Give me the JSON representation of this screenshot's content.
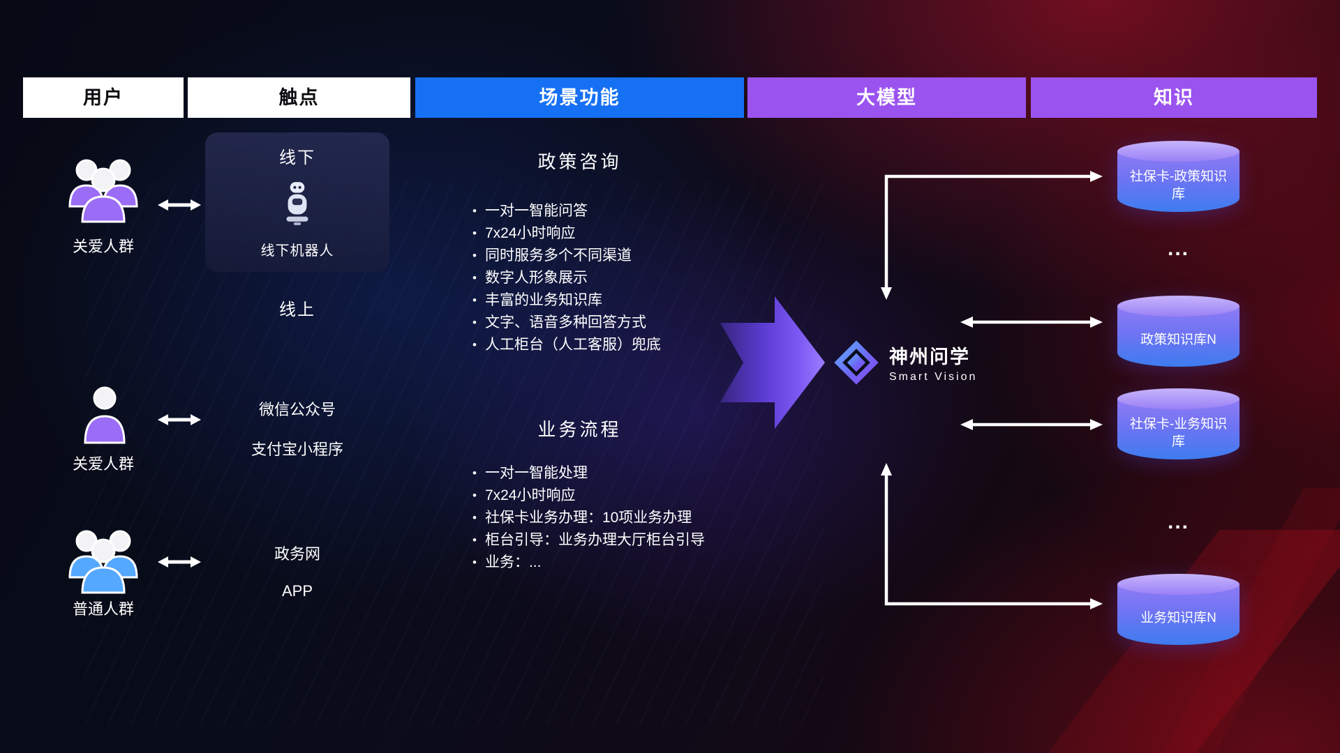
{
  "colors": {
    "blue_header": "#1670F4",
    "purple_header": "#9B53F0",
    "person_purple": "#9B6CF5",
    "person_blue": "#55A8FF",
    "db_body_from": "#8F7BF5",
    "db_body_to": "#3D7CEF"
  },
  "bullet_char": "•",
  "header": {
    "columns": [
      {
        "label": "用户"
      },
      {
        "label": "触点"
      },
      {
        "label": "场景功能"
      },
      {
        "label": "大模型"
      },
      {
        "label": "知识"
      }
    ]
  },
  "users": [
    {
      "label": "关爱人群"
    },
    {
      "label": "关爱人群"
    },
    {
      "label": "普通人群"
    }
  ],
  "touchpoints": {
    "offline_title": "线下",
    "offline_robot_label": "线下机器人",
    "online_title": "线上",
    "channels": [
      "微信公众号",
      "支付宝小程序",
      "政务网",
      "APP"
    ]
  },
  "scene": {
    "sections": [
      {
        "title": "政策咨询",
        "items": [
          "一对一智能问答",
          "7x24小时响应",
          "同时服务多个不同渠道",
          "数字人形象展示",
          "丰富的业务知识库",
          "文字、语音多种回答方式",
          "人工柜台（人工客服）兜底"
        ]
      },
      {
        "title": "业务流程",
        "items": [
          "一对一智能处理",
          "7x24小时响应",
          "社保卡业务办理：10项业务办理",
          "柜台引导：业务办理大厅柜台引导",
          "业务：..."
        ]
      }
    ]
  },
  "logo": {
    "title": "神州问学",
    "subtitle": "Smart Vision"
  },
  "knowledge": {
    "items": [
      {
        "type": "db",
        "label": "社保卡-政策知识库"
      },
      {
        "type": "ellipsis",
        "label": "..."
      },
      {
        "type": "db",
        "label": "政策知识库N"
      },
      {
        "type": "db",
        "label": "社保卡-业务知识库"
      },
      {
        "type": "ellipsis",
        "label": "..."
      },
      {
        "type": "db",
        "label": "业务知识库N"
      }
    ]
  }
}
